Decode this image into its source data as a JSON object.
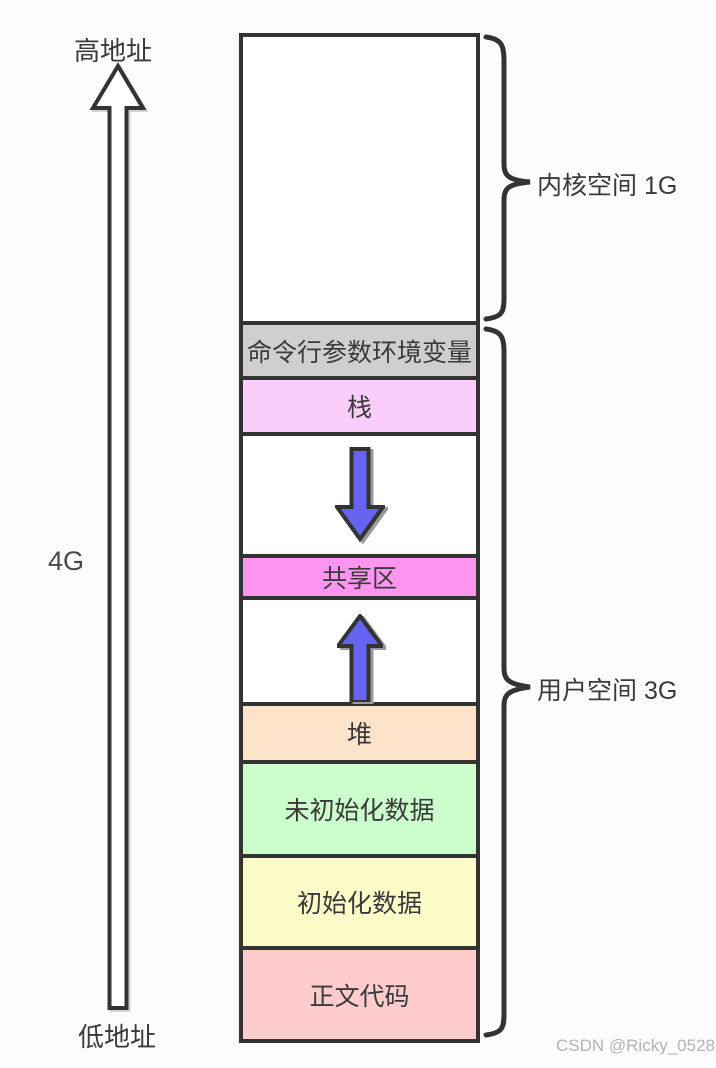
{
  "axis": {
    "high_address_label": "高地址",
    "low_address_label": "低地址",
    "total_size_label": "4G"
  },
  "memory": {
    "segments": [
      {
        "name": "kernel-space",
        "label": "",
        "color": "#ffffff"
      },
      {
        "name": "cmdline-env",
        "label": "命令行参数环境变量",
        "color": "#cfcfcf"
      },
      {
        "name": "stack",
        "label": "栈",
        "color": "#fbcdfa"
      },
      {
        "name": "stack-growth-gap",
        "label": "",
        "color": "#ffffff",
        "arrow": "down"
      },
      {
        "name": "shared-area",
        "label": "共享区",
        "color": "#fc95ef"
      },
      {
        "name": "heap-growth-gap",
        "label": "",
        "color": "#ffffff",
        "arrow": "up"
      },
      {
        "name": "heap",
        "label": "堆",
        "color": "#fee3cb"
      },
      {
        "name": "uninitialized-data",
        "label": "未初始化数据",
        "color": "#ccfdcc"
      },
      {
        "name": "initialized-data",
        "label": "初始化数据",
        "color": "#fdfcc8"
      },
      {
        "name": "text-code",
        "label": "正文代码",
        "color": "#fecdcb"
      }
    ]
  },
  "annotations": {
    "kernel_space_label": "内核空间 1G",
    "user_space_label": "用户空间 3G"
  },
  "watermark": "CSDN @Ricky_0528",
  "colors": {
    "outline": "#333333",
    "growth_arrow_fill": "#6464f0",
    "growth_arrow_shadow": "#9a9a9a",
    "text": "#3a3a3a",
    "watermark_text": "#b3b3b3"
  }
}
